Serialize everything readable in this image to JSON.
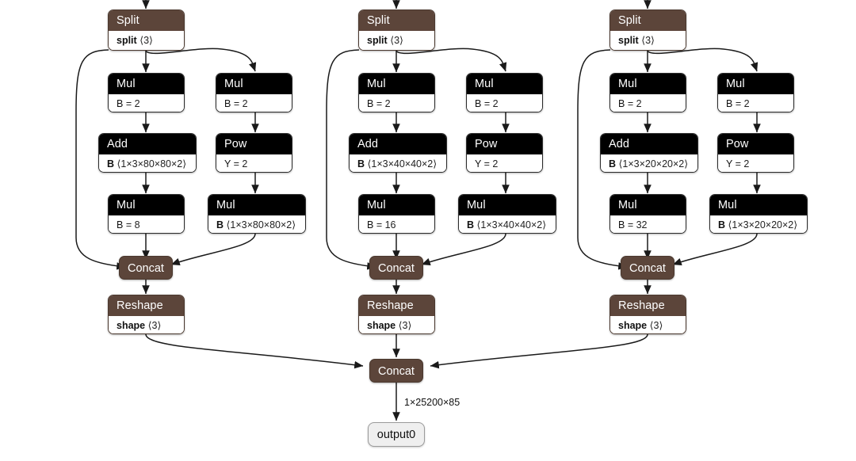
{
  "graph": {
    "type": "onnx-computational-graph",
    "background": "#ffffff",
    "colors": {
      "op_header_dark": "#000000",
      "op_header_brown": "#5c453a",
      "attr_panel": "#ffffff",
      "terminal_fill": "#efefef",
      "edge": "#1a1a1a",
      "text_on_header": "#ffffff",
      "text_on_attr": "#111111"
    },
    "output_label": "1×25200×85",
    "output_node": "output0",
    "final_concat": "Concat",
    "branches": [
      {
        "id": "branch-p3",
        "grid": "80×80",
        "split": {
          "op": "Split",
          "attr_key": "split",
          "attr_value": "⟨3⟩"
        },
        "mul_left_1": {
          "op": "Mul",
          "attr_key": "B",
          "attr_value": "= 2"
        },
        "mul_right_1": {
          "op": "Mul",
          "attr_key": "B",
          "attr_value": "= 2"
        },
        "add": {
          "op": "Add",
          "attr_key": "B",
          "attr_value": "⟨1×3×80×80×2⟩"
        },
        "pow": {
          "op": "Pow",
          "attr_key": "Y",
          "attr_value": "= 2"
        },
        "mul_left_2": {
          "op": "Mul",
          "attr_key": "B",
          "attr_value": "= 8"
        },
        "mul_right_2": {
          "op": "Mul",
          "attr_key": "B",
          "attr_value": "⟨1×3×80×80×2⟩"
        },
        "concat": {
          "op": "Concat"
        },
        "reshape": {
          "op": "Reshape",
          "attr_key": "shape",
          "attr_value": "⟨3⟩"
        }
      },
      {
        "id": "branch-p4",
        "grid": "40×40",
        "split": {
          "op": "Split",
          "attr_key": "split",
          "attr_value": "⟨3⟩"
        },
        "mul_left_1": {
          "op": "Mul",
          "attr_key": "B",
          "attr_value": "= 2"
        },
        "mul_right_1": {
          "op": "Mul",
          "attr_key": "B",
          "attr_value": "= 2"
        },
        "add": {
          "op": "Add",
          "attr_key": "B",
          "attr_value": "⟨1×3×40×40×2⟩"
        },
        "pow": {
          "op": "Pow",
          "attr_key": "Y",
          "attr_value": "= 2"
        },
        "mul_left_2": {
          "op": "Mul",
          "attr_key": "B",
          "attr_value": "= 16"
        },
        "mul_right_2": {
          "op": "Mul",
          "attr_key": "B",
          "attr_value": "⟨1×3×40×40×2⟩"
        },
        "concat": {
          "op": "Concat"
        },
        "reshape": {
          "op": "Reshape",
          "attr_key": "shape",
          "attr_value": "⟨3⟩"
        }
      },
      {
        "id": "branch-p5",
        "grid": "20×20",
        "split": {
          "op": "Split",
          "attr_key": "split",
          "attr_value": "⟨3⟩"
        },
        "mul_left_1": {
          "op": "Mul",
          "attr_key": "B",
          "attr_value": "= 2"
        },
        "mul_right_1": {
          "op": "Mul",
          "attr_key": "B",
          "attr_value": "= 2"
        },
        "add": {
          "op": "Add",
          "attr_key": "B",
          "attr_value": "⟨1×3×20×20×2⟩"
        },
        "pow": {
          "op": "Pow",
          "attr_key": "Y",
          "attr_value": "= 2"
        },
        "mul_left_2": {
          "op": "Mul",
          "attr_key": "B",
          "attr_value": "= 32"
        },
        "mul_right_2": {
          "op": "Mul",
          "attr_key": "B",
          "attr_value": "⟨1×3×20×20×2⟩"
        },
        "concat": {
          "op": "Concat"
        },
        "reshape": {
          "op": "Reshape",
          "attr_key": "shape",
          "attr_value": "⟨3⟩"
        }
      }
    ]
  }
}
